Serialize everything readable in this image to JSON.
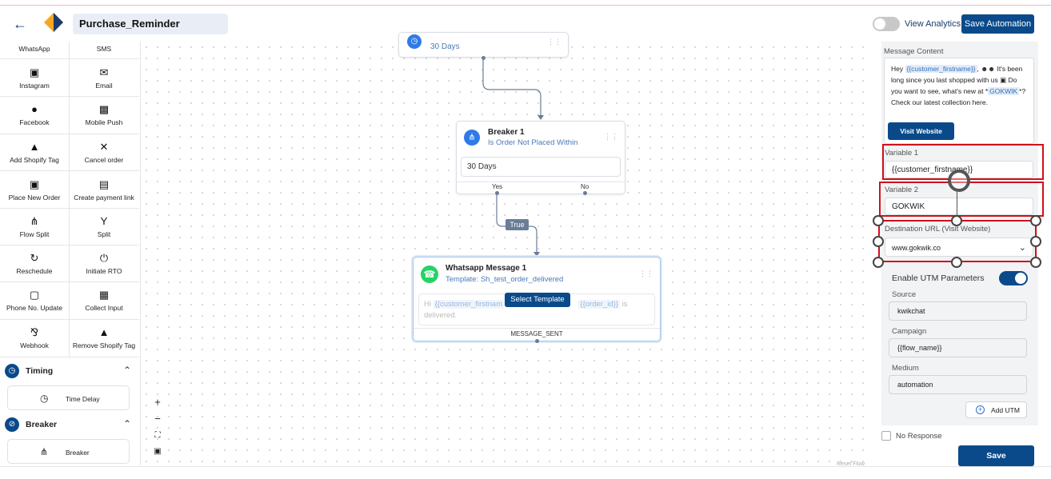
{
  "header": {
    "title": "Purchase_Reminder",
    "view_analytics": "View Analytics",
    "save_automation": "Save Automation"
  },
  "sidebar": {
    "grid": [
      {
        "left": "WhatsApp",
        "right": "SMS"
      },
      {
        "left": "Instagram",
        "right": "Email"
      },
      {
        "left": "Facebook",
        "right": "Mobile Push"
      },
      {
        "left": "Add Shopify Tag",
        "right": "Cancel order"
      },
      {
        "left": "Place New Order",
        "right": "Create payment link"
      },
      {
        "left": "Flow Split",
        "right": "Split"
      },
      {
        "left": "Reschedule",
        "right": "Initiate RTO"
      },
      {
        "left": "Phone No. Update",
        "right": "Collect Input"
      },
      {
        "left": "Webhook",
        "right": "Remove Shopify Tag"
      }
    ],
    "timing": {
      "label": "Timing",
      "item": "Time Delay"
    },
    "breaker": {
      "label": "Breaker",
      "item": "Breaker"
    }
  },
  "canvas": {
    "top_node_value": "30 Days",
    "breaker_node": {
      "title": "Breaker 1",
      "subtitle": "Is Order Not Placed Within",
      "value": "30 Days",
      "yes": "Yes",
      "no": "No"
    },
    "true_label": "True",
    "whatsapp_node": {
      "title": "Whatsapp Message 1",
      "subtitle": "Template: Sh_test_order_delivered",
      "body_hi": "Hi",
      "var1": "{{customer_firstnam",
      "var2": "{{order_id}}",
      "body_is": "is",
      "body_end": "delivered.",
      "select_template": "Select Template",
      "footer": "MESSAGE_SENT"
    },
    "zoom_in": "+",
    "zoom_out": "−",
    "reset": "Reset Flow"
  },
  "panel": {
    "message_content_label": "Message Content",
    "msg_hey": "Hey",
    "msg_var1": "{{customer_firstname}}",
    "msg_part2": "It's been long since you last shopped with us",
    "msg_part3": "Do you want to see, what's new at",
    "msg_var2": "GOKWIK",
    "msg_part4": "? Check our latest collection here.",
    "visit_website": "Visit Website",
    "variable1_label": "Variable 1",
    "variable1_value": "{{customer_firstname}}",
    "variable2_label": "Variable 2",
    "variable2_value": "GOKWIK",
    "dest_label": "Destination URL (Visit Website)",
    "dest_value": "www.gokwik.co",
    "utm_label": "Enable UTM Parameters",
    "source_label": "Source",
    "source_value": "kwikchat",
    "campaign_label": "Campaign",
    "campaign_value": "{{flow_name}}",
    "medium_label": "Medium",
    "medium_value": "automation",
    "add_utm": "Add UTM",
    "no_response": "No Response",
    "save": "Save"
  },
  "colors": {
    "primary": "#0a4a8a",
    "highlight": "#d0101a",
    "whatsapp": "#25d366"
  }
}
